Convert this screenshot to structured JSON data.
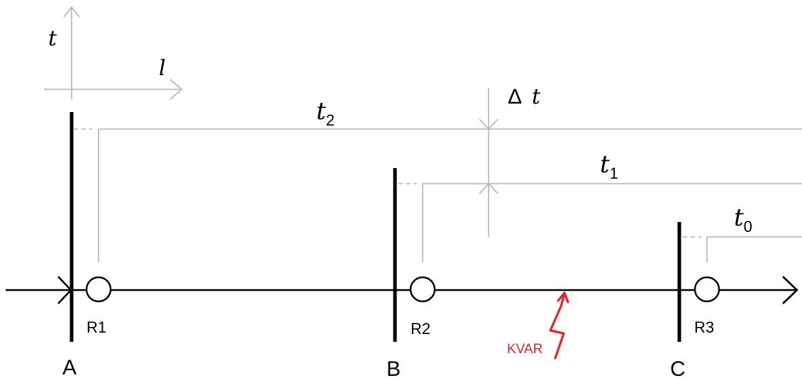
{
  "axes": {
    "vertical_label": "t",
    "horizontal_label": "l"
  },
  "busbars": [
    "A",
    "B",
    "C"
  ],
  "relays": [
    "R1",
    "R2",
    "R3"
  ],
  "time_levels": {
    "t2": {
      "symbol": "t",
      "sub": "2"
    },
    "t1": {
      "symbol": "t",
      "sub": "1"
    },
    "t0": {
      "symbol": "t",
      "sub": "0"
    }
  },
  "delta": {
    "symbol": "Δ",
    "var": "t"
  },
  "fault": {
    "label": "KVAR",
    "color": "#e8232a"
  }
}
